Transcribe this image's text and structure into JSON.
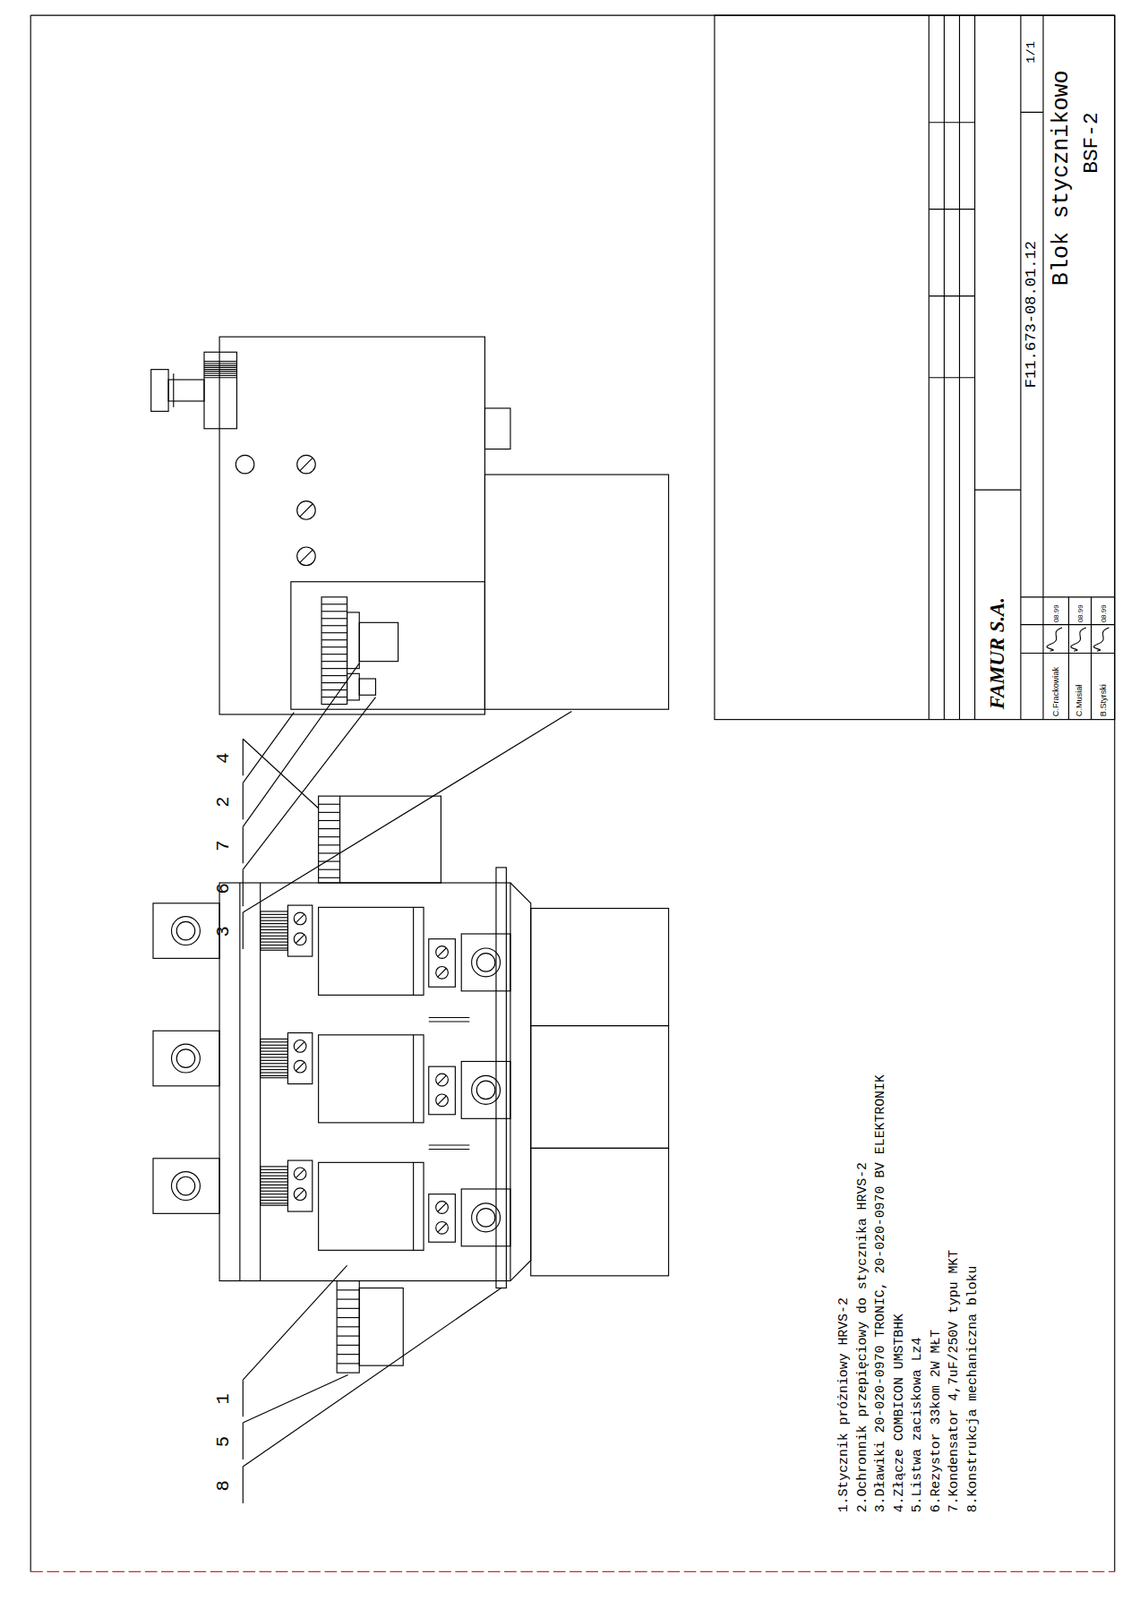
{
  "diagram": {
    "labels": [
      "1.Stycznik próżniowy HRVS-2",
      "2.Ochronnik przepięciowy do stycznika HRVS-2",
      "3.Dławiki 20-020-0970 TRONIC, 20-020-0970 BV ELEKTRONIK",
      "4.Złącze COMBICON UMSTBHK",
      "5.Listwa zaciskowa Lz4",
      "6.Rezystor 33kom 2W MŁT",
      "7.Kondensator 4,7uF/250V typu MKT",
      "8.Konstrukcja mechaniczna bloku",
      "4",
      "2",
      "7",
      "6",
      "3",
      "1",
      "5",
      "8",
      "FAMUR S.A.",
      "F11.673-08.01.12",
      "1/1",
      "Blok stycznikowo",
      "BSF-2",
      "C.Frackowiak",
      "08.99",
      "C.Musiał",
      "08.99",
      "B.Styrski",
      "08.99"
    ]
  }
}
